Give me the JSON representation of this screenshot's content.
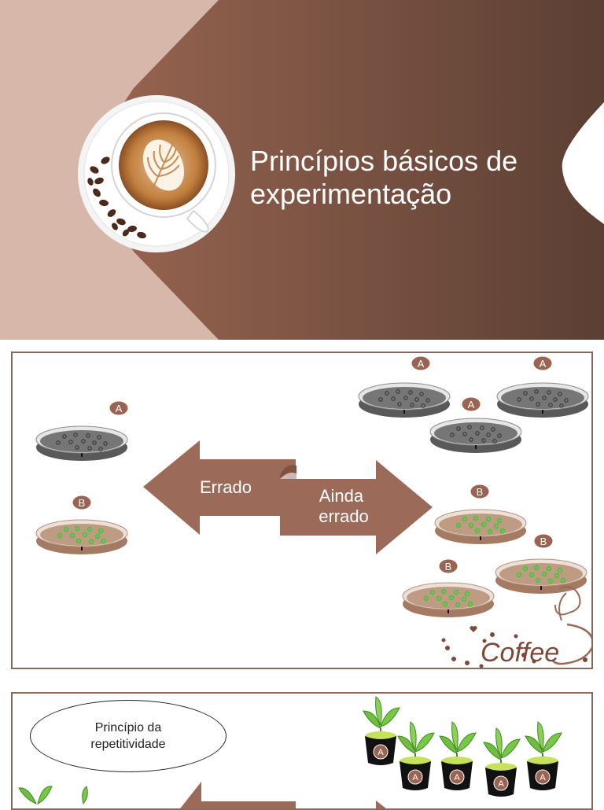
{
  "slide1": {
    "title": "Princípios básicos de\nexperimentação"
  },
  "slide2": {
    "arrow_left_label": "Errado",
    "arrow_right_label": "Ainda\nerrado",
    "plate_label_a": "A",
    "plate_label_b": "B",
    "coffee_word": "Coffee"
  },
  "slide3": {
    "oval_text": "Princípio da\nrepetitividade",
    "pot_label": "A"
  },
  "colors": {
    "brown_dark": "#5e4035",
    "brown_mid": "#8c5f4c",
    "pink_light": "#d7b7aa",
    "arrow": "#9b6a58",
    "plate_gray": "#6d6d6d",
    "plate_brown": "#bc9a85",
    "colony_green": "#34c134"
  }
}
